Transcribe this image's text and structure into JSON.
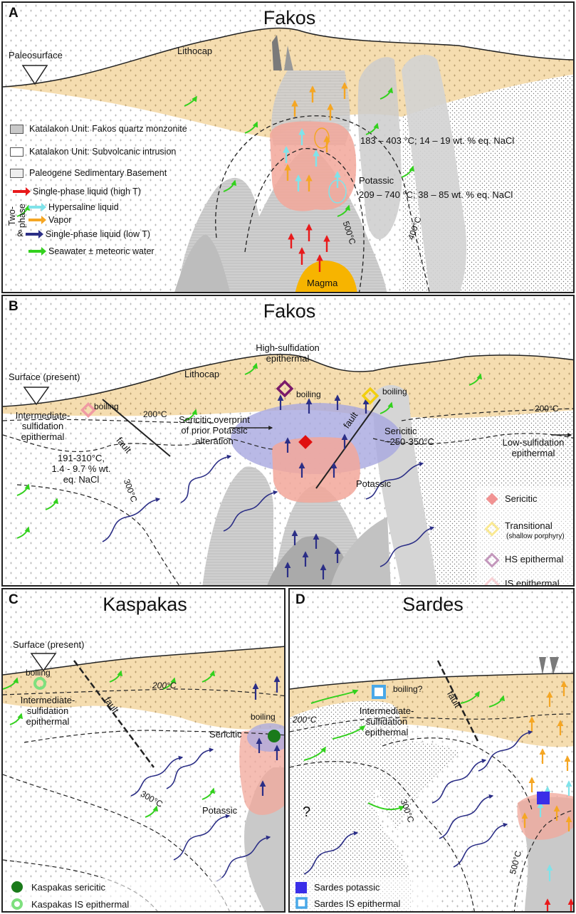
{
  "panelA": {
    "letter": "A",
    "title": "Fakos",
    "labels": {
      "paleosurface": "Paleosurface",
      "lithocap": "Lithocap",
      "fluid1": "183 – 403 °C; 14 – 19 wt. % eq. NaCl",
      "potassic": "Potassic",
      "fluid2": "209 – 740 °C; 38 – 85 wt. % eq. NaCl",
      "iso500": "500°C",
      "iso400": "400°C",
      "magma": "Magma"
    },
    "legend": {
      "quartz_monzonite": "Katalakon Unit: Fakos quartz monzonite",
      "subvolcanic": "Katalakon Unit: Subvolcanic intrusion",
      "paleogene": "Paleogene Sedimentary Basement",
      "single_high": "Single-phase liquid (high T)",
      "two_phase_1": "Two-",
      "two_phase_2": "phase",
      "hypersaline": "Hypersaline liquid",
      "vapor": "Vapor",
      "amp": "&",
      "single_low": "Single-phase liquid (low T)",
      "seawater": "Seawater ± meteoric water"
    }
  },
  "panelB": {
    "letter": "B",
    "title": "Fakos",
    "labels": {
      "hs_epithermal_1": "High-sulfidation",
      "hs_epithermal_2": "epithermal",
      "lithocap": "Lithocap",
      "surface": "Surface (present)",
      "boiling1": "boiling",
      "boiling2": "boiling",
      "boiling3": "boiling",
      "t200a": "200°C",
      "t200b": "200°C",
      "is_epi_1": "Intermediate-",
      "is_epi_2": "sulfidation",
      "is_epi_3": "epithermal",
      "fault": "fault",
      "sericitic_overprint_1": "Sericitic overprint",
      "sericitic_overprint_2": "of prior Potassic",
      "sericitic_overprint_3": "alteration",
      "sericitic_1": "Sericitic",
      "sericitic_2": "~250-350°C",
      "fluidinc_1": "191-310°C,",
      "fluidinc_2": "1.4 - 9.7 % wt.",
      "fluidinc_3": "eq. NaCl",
      "t300": "300°C",
      "potassic": "Potassic",
      "ls_epi_1": "Low-sulfidation",
      "ls_epi_2": "epithermal"
    },
    "legend": {
      "sericitic": "Sericitic",
      "transitional": "Transitional",
      "transitional_sub": "(shallow porphyry)",
      "hs": "HS epithermal",
      "is": "IS epithermal"
    }
  },
  "panelC": {
    "letter": "C",
    "title": "Kaspakas",
    "labels": {
      "surface": "Surface (present)",
      "boiling": "boiling",
      "boiling2": "boiling",
      "t200": "200°C",
      "is_1": "Intermediate-",
      "is_2": "sulfidation",
      "is_3": "epithermal",
      "fault": "fault",
      "sericitic": "Sericitic",
      "t300": "300°C",
      "potassic": "Potassic"
    },
    "legend": {
      "sericitic": "Kaspakas sericitic",
      "is": "Kaspakas IS epithermal"
    }
  },
  "panelD": {
    "letter": "D",
    "title": "Sardes",
    "labels": {
      "boiling": "boiling?",
      "fault": "fault",
      "t200": "200°C",
      "is_1": "Intermediate-",
      "is_2": "sulfidation",
      "is_3": "epithermal",
      "question": "?",
      "t300": "300°C",
      "t500": "500°C"
    },
    "legend": {
      "potassic": "Sardes potassic",
      "is": "Sardes IS epithermal"
    }
  },
  "colors": {
    "lithocap": "#f5ddb0",
    "granite": "#c9c9c9",
    "potassic": "#f2a79a",
    "sericitic": "#a8a8e0",
    "magma": "#f7b400",
    "red_arrow": "#e8191b",
    "cyan_arrow": "#7fe3ea",
    "orange_arrow": "#f5a623",
    "navy_arrow": "#2b2e86",
    "green_arrow": "#33d11e",
    "sericitic_marker": "#e01010",
    "transitional_marker": "#f2cf0f",
    "hs_marker": "#7a1a6a",
    "is_marker": "#f09aa3",
    "kaspakas_sericitic": "#1a7a1a",
    "kaspakas_is": "#7ee07e",
    "sardes_potassic": "#3a2ee8",
    "sardes_is": "#49a8e8"
  }
}
